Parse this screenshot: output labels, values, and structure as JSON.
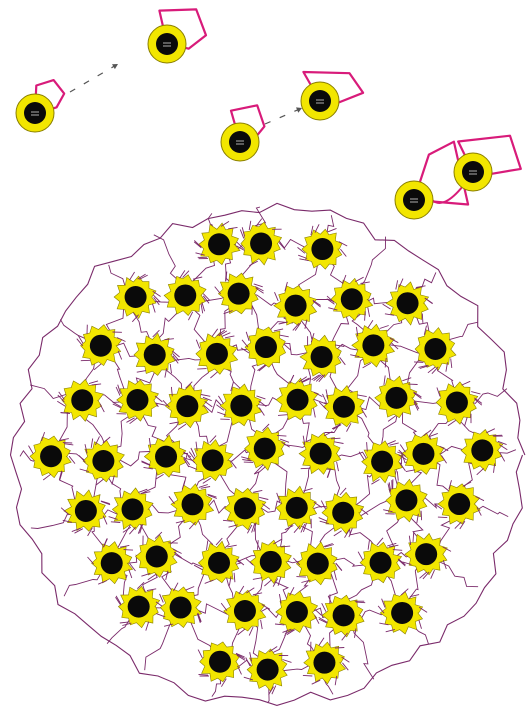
{
  "colors": {
    "background": "#ffffff",
    "particle_shell": "#f2e600",
    "particle_shell_outline": "#8a7f00",
    "particle_core": "#0a0a0a",
    "particle_core_mark": "#d8d8d8",
    "polymer_chain_free": "#d81b7a",
    "polymer_network": "#7a2a6a",
    "arrow": "#555555"
  },
  "free_particles": [
    {
      "name": "free-particle-1",
      "chain": "loop"
    },
    {
      "name": "free-particle-2",
      "chain": "loop"
    },
    {
      "name": "free-particle-3",
      "chain": "loop"
    },
    {
      "name": "free-particle-4",
      "chain": "loop"
    },
    {
      "name": "free-particle-5",
      "chain": "loop"
    },
    {
      "name": "free-particle-6",
      "chain": "loop"
    }
  ],
  "arrows": [
    {
      "name": "approach-arrow-left"
    },
    {
      "name": "approach-arrow-middle"
    }
  ],
  "aggregate": {
    "name": "particle-network-aggregate",
    "shape": "circle",
    "description_visible": false
  }
}
